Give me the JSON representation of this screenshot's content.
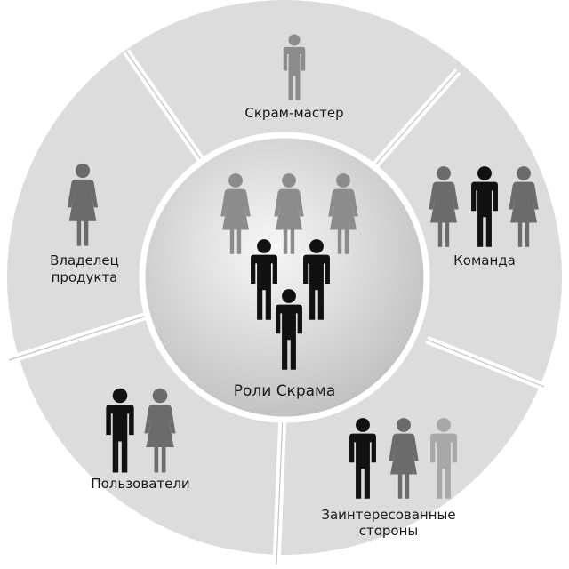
{
  "center": {
    "label": "Роли Скрама",
    "figures": [
      {
        "type": "female",
        "color": "#8c8c8c"
      },
      {
        "type": "female",
        "color": "#8c8c8c"
      },
      {
        "type": "female",
        "color": "#8c8c8c"
      },
      {
        "type": "male",
        "color": "#111111"
      },
      {
        "type": "male",
        "color": "#111111"
      },
      {
        "type": "male",
        "color": "#111111"
      }
    ]
  },
  "segments": [
    {
      "id": "scrum-master",
      "label_lines": [
        "Скрам-мастер"
      ],
      "figures": [
        {
          "type": "male",
          "color": "#8c8c8c"
        }
      ]
    },
    {
      "id": "team",
      "label_lines": [
        "Команда"
      ],
      "figures": [
        {
          "type": "female",
          "color": "#6b6b6b"
        },
        {
          "type": "male",
          "color": "#111111"
        },
        {
          "type": "female",
          "color": "#6b6b6b"
        }
      ]
    },
    {
      "id": "stakeholders",
      "label_lines": [
        "Заинтересованные",
        "стороны"
      ],
      "figures": [
        {
          "type": "male",
          "color": "#111111"
        },
        {
          "type": "female",
          "color": "#6b6b6b"
        },
        {
          "type": "male",
          "color": "#a8a8a8"
        }
      ]
    },
    {
      "id": "users",
      "label_lines": [
        "Пользователи"
      ],
      "figures": [
        {
          "type": "male",
          "color": "#111111"
        },
        {
          "type": "female",
          "color": "#6b6b6b"
        }
      ]
    },
    {
      "id": "product-owner",
      "label_lines": [
        "Владелец",
        "продукта"
      ],
      "figures": [
        {
          "type": "female",
          "color": "#6b6b6b"
        }
      ]
    }
  ],
  "colors": {
    "ring": "#dcdcdc",
    "gap": "#ffffff",
    "hub_light": "#f7f7f7",
    "hub_dark": "#bdbdbd"
  }
}
